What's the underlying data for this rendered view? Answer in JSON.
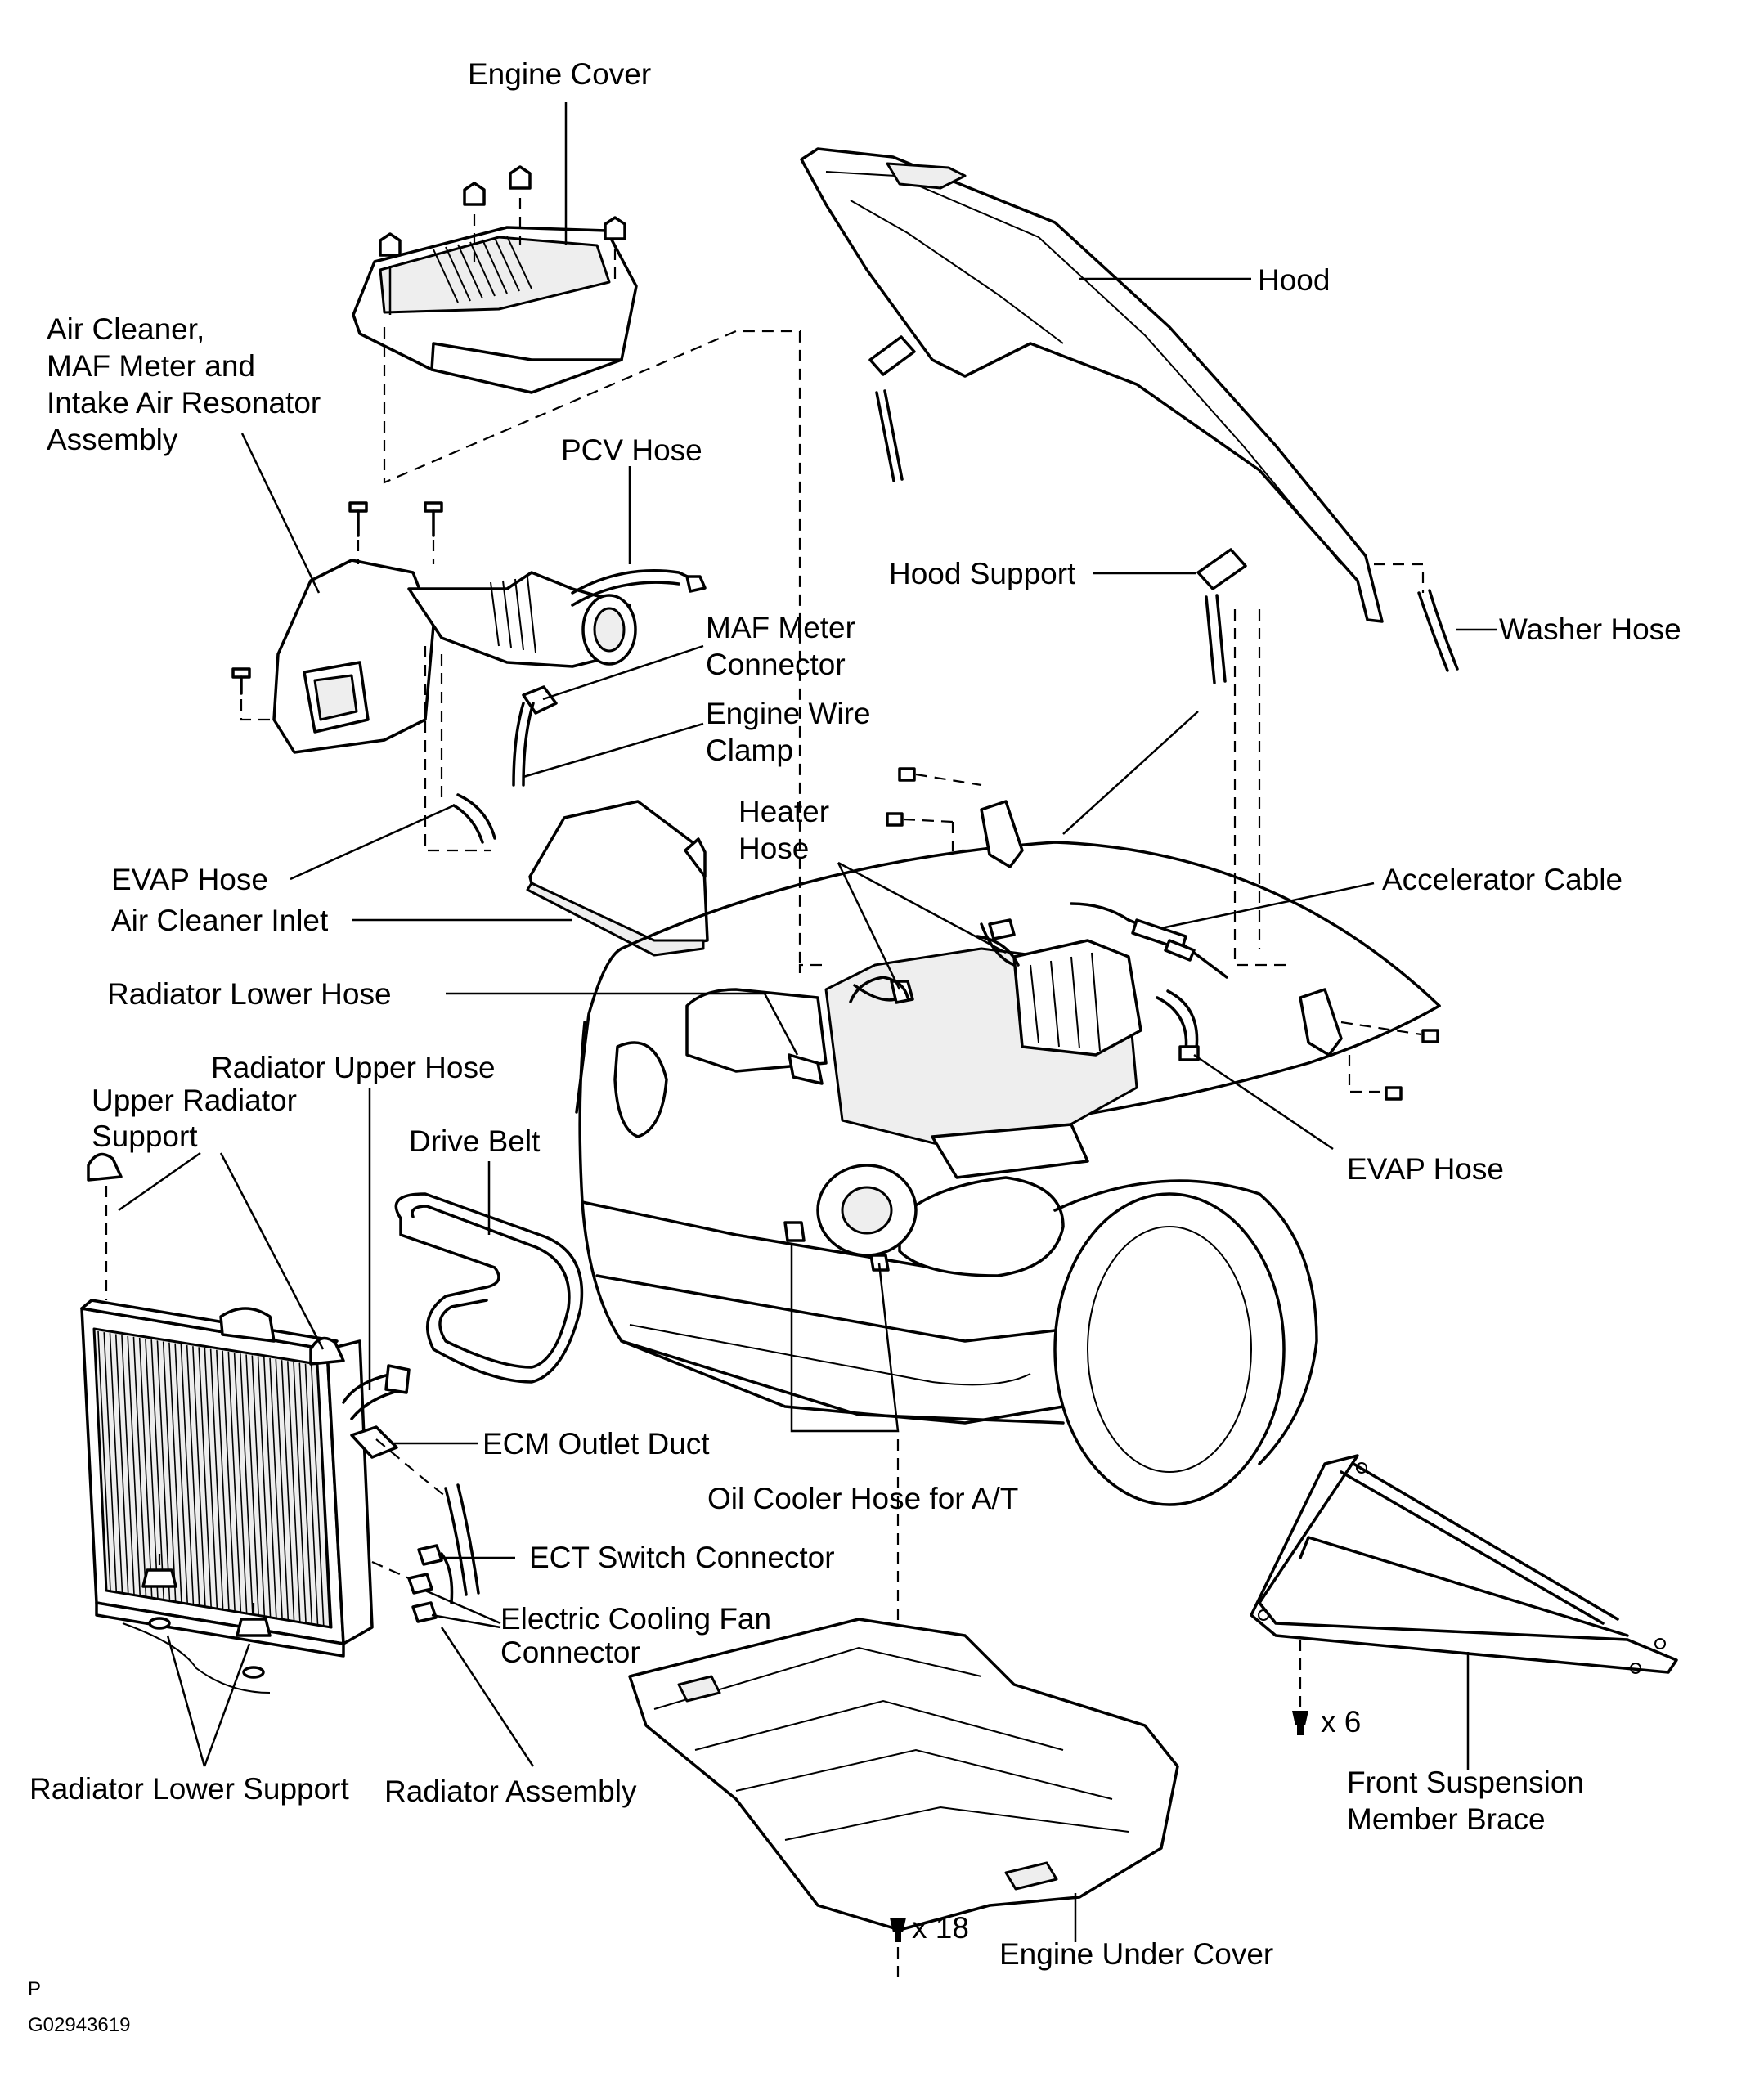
{
  "labels": {
    "engine_cover": "Engine Cover",
    "hood": "Hood",
    "air_cleaner_1": "Air Cleaner,",
    "air_cleaner_2": "MAF Meter and",
    "air_cleaner_3": "Intake Air Resonator",
    "air_cleaner_4": "Assembly",
    "pcv_hose": "PCV Hose",
    "hood_support": "Hood Support",
    "washer_hose": "Washer Hose",
    "maf_connector_1": "MAF Meter",
    "maf_connector_2": "Connector",
    "engine_wire_clamp_1": "Engine Wire",
    "engine_wire_clamp_2": "Clamp",
    "heater_hose_1": "Heater",
    "heater_hose_2": "Hose",
    "accelerator_cable": "Accelerator Cable",
    "evap_hose_left": "EVAP Hose",
    "air_cleaner_inlet": "Air Cleaner Inlet",
    "radiator_lower_hose": "Radiator Lower Hose",
    "radiator_upper_hose": "Radiator Upper Hose",
    "upper_radiator_support_1": "Upper Radiator",
    "upper_radiator_support_2": "Support",
    "drive_belt": "Drive Belt",
    "evap_hose_right": "EVAP Hose",
    "ecm_outlet_duct": "ECM Outlet Duct",
    "oil_cooler_hose": "Oil Cooler Hose for A/T",
    "ect_switch_connector": "ECT Switch Connector",
    "fan_connector_1": "Electric Cooling Fan",
    "fan_connector_2": "Connector",
    "radiator_lower_support": "Radiator Lower Support",
    "radiator_assembly": "Radiator Assembly",
    "front_brace_1": "Front  Suspension",
    "front_brace_2": "Member Brace",
    "brace_bolt_qty": "x 6",
    "under_cover_bolt_qty": "x 18",
    "engine_under_cover": "Engine Under Cover"
  },
  "footer": {
    "mark": "P",
    "figure_code": "G02943619"
  }
}
